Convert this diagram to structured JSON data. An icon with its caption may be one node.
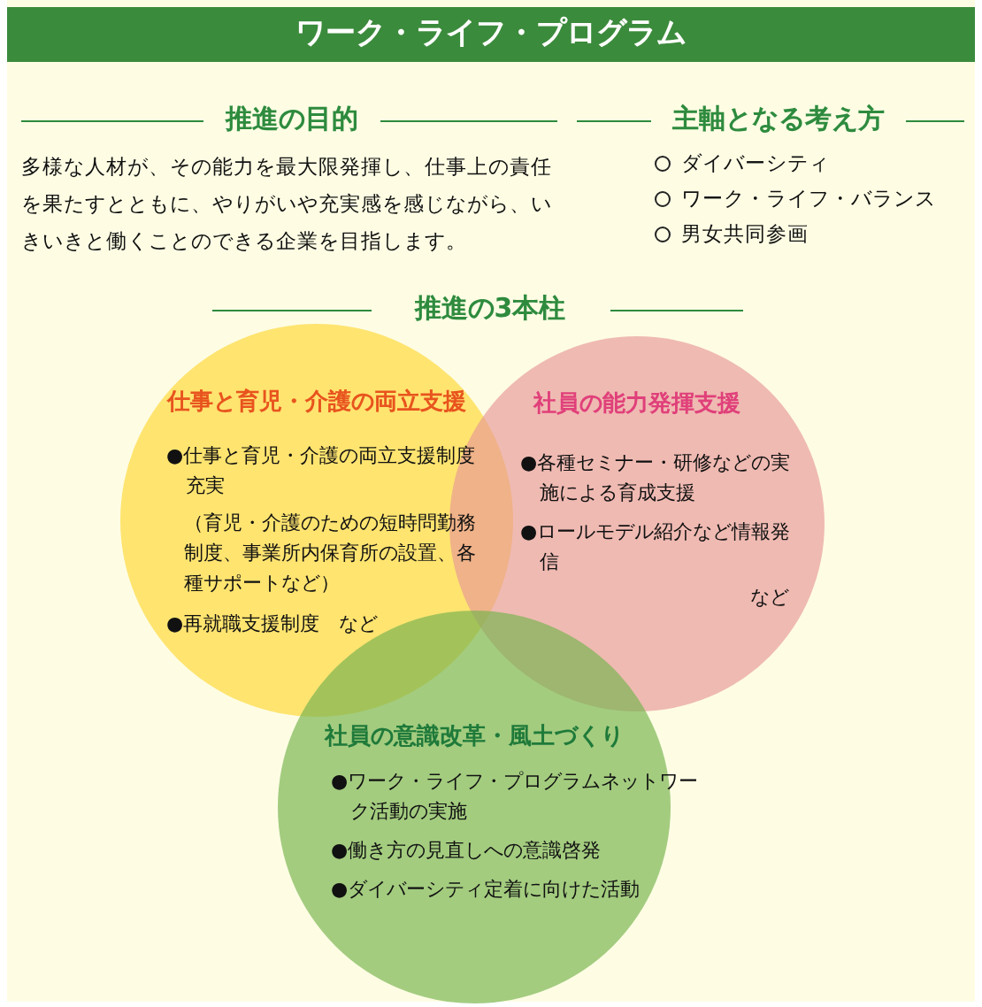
{
  "diagram": {
    "title": "ワーク・ライフ・プログラム",
    "nodes": [
      {
        "text": [
          "仕事と育児・介護の両立支援",
          "●仕事と育児・介護の両立支援制度充実",
          "（育児・介護のための短時問勤務制度、事業所内保育所の設置、各種サポートなど）",
          "●再就職支援制度　など"
        ]
      },
      {
        "text": [
          "社員の能力発揮支援",
          "●各種セミナー・研修などの実施による育成支援",
          "●ロールモデル紹介など情報発信",
          "など"
        ]
      },
      {
        "text": [
          "社員の意識改革・風土づくり",
          "●ワーク・ライフ・プログラムネットワーク活動の実施",
          "●働き方の見直しへの意識啓発",
          "●ダイバーシティ定着に向けた活動"
        ]
      }
    ],
    "labels": [
      "推進の目的",
      "多様な人材が、その能力を最大限発揮し、仕事上の責任を果たすとともに、やりがいや充実感を感じながら、いきいきと働くことのできる企業を目指します。",
      "主軸となる考え方",
      "ダイバーシティ",
      "ワーク・ライフ・バランス",
      "男女共同参画",
      "推進の3本柱"
    ]
  }
}
